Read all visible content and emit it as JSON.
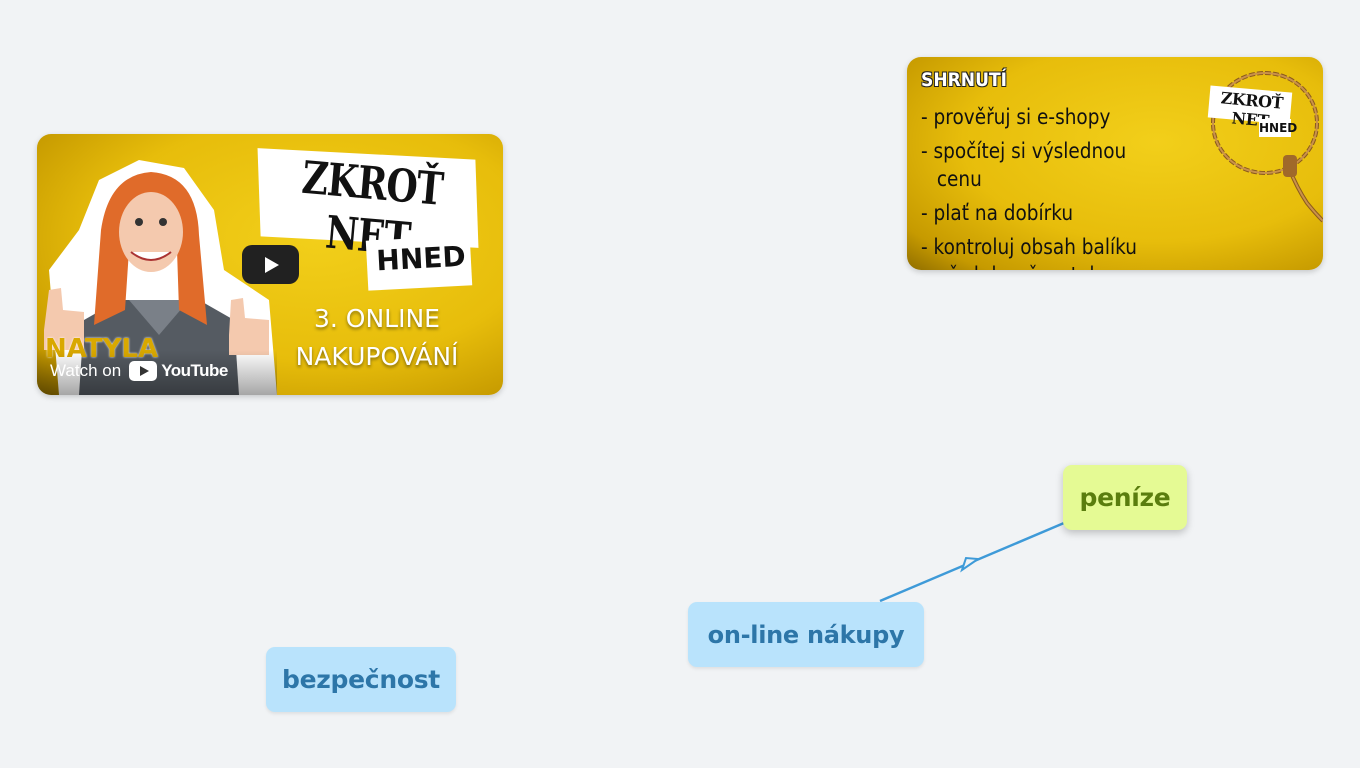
{
  "video": {
    "series_title": "ZKROŤ NET",
    "series_subtitle": "HNED",
    "episode_line1": "3. ONLINE",
    "episode_line2": "NAKUPOVÁNÍ",
    "host_name": "NATYLA",
    "watch_on": "Watch on",
    "youtube": "YouTube"
  },
  "summary": {
    "title": "SHRNUTÍ",
    "items": [
      "prověřuj si e-shopy",
      "spočítej si výslednou cenu",
      "plať na dobírku",
      "kontroluj obsah balíku před doručovatelem"
    ],
    "logo_title": "ZKROŤ NET",
    "logo_sub": "HNED"
  },
  "nodes": {
    "money": "peníze",
    "shopping": "on-line nákupy",
    "security": "bezpečnost"
  },
  "colors": {
    "node_blue_bg": "#b9e3fc",
    "node_blue_text": "#2d76a8",
    "node_green_bg": "#e5fa94",
    "node_green_text": "#5a7d0e",
    "connector": "#3e9ad8",
    "card_yellow": "#e7bd0b"
  }
}
